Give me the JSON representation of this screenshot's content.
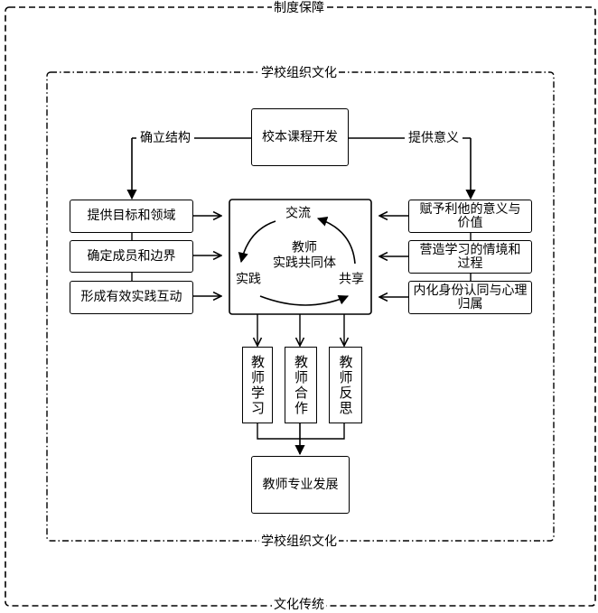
{
  "outer_frame": {
    "top_label": "制度保障",
    "bottom_label": "文化传统"
  },
  "inner_frame": {
    "top_label": "学校组织文化",
    "bottom_label": "学校组织文化"
  },
  "source": {
    "label": "校本课程开发",
    "left_edge_label": "确立结构",
    "right_edge_label": "提供意义"
  },
  "left_boxes": [
    {
      "label": "提供目标和领域"
    },
    {
      "label": "确定成员和边界"
    },
    {
      "label": "形成有效实践互动"
    }
  ],
  "right_boxes": [
    {
      "label": "赋予利他的意义与价值"
    },
    {
      "label": "营造学习的情境和过程"
    },
    {
      "label": "内化身份认同与心理归属"
    }
  ],
  "center": {
    "title": "教师\n实践共同体",
    "title_line1": "教师",
    "title_line2": "实践共同体",
    "cycle": {
      "top": "交流",
      "left": "实践",
      "right": "共享"
    }
  },
  "outputs": [
    {
      "label": "教师学习"
    },
    {
      "label": "教师合作"
    },
    {
      "label": "教师反思"
    }
  ],
  "result": {
    "label": "教师专业发展"
  }
}
